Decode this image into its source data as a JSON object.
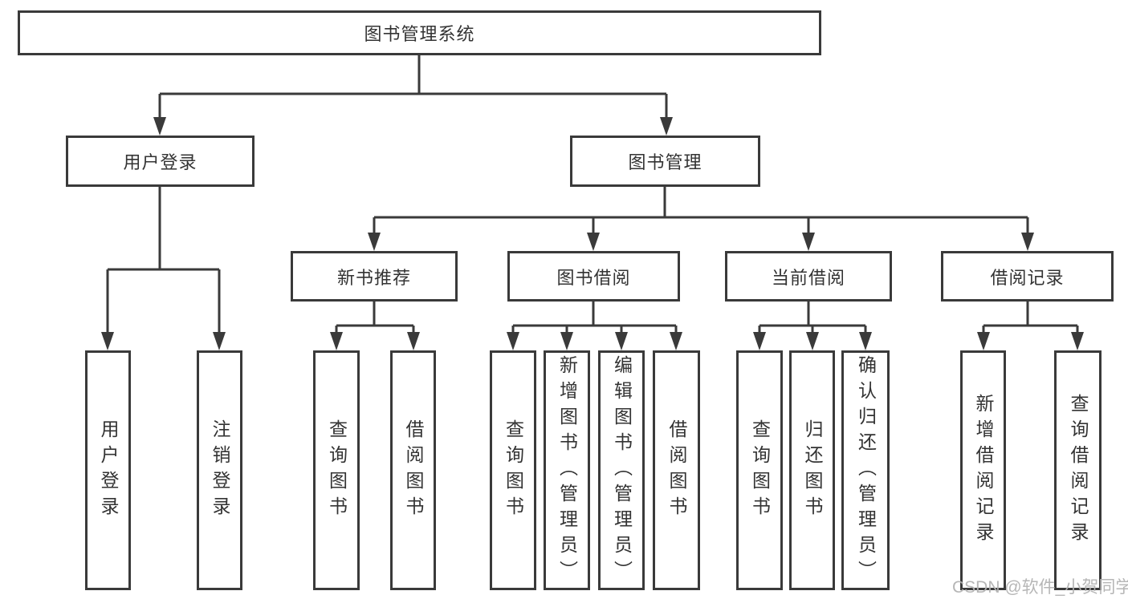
{
  "diagram": {
    "root": "图书管理系统",
    "branches": [
      {
        "label": "用户登录",
        "children": [
          "用户登录",
          "注销登录"
        ]
      },
      {
        "label": "图书管理",
        "sections": [
          {
            "label": "新书推荐",
            "children": [
              "查询图书",
              "借阅图书"
            ]
          },
          {
            "label": "图书借阅",
            "children": [
              "查询图书",
              "新增图书（管理员）",
              "编辑图书（管理员）",
              "借阅图书"
            ]
          },
          {
            "label": "当前借阅",
            "children": [
              "查询图书",
              "归还图书",
              "确认归还（管理员）"
            ]
          },
          {
            "label": "借阅记录",
            "children": [
              "新增借阅记录",
              "查询借阅记录"
            ]
          }
        ]
      }
    ]
  },
  "watermark": {
    "text": "CSDN @软件_小贺同学"
  },
  "colors": {
    "line": "#3a3a3a",
    "border": "#3a3a3a",
    "text": "#333333",
    "background": "#ffffff",
    "watermark": "#b3b3b3"
  }
}
